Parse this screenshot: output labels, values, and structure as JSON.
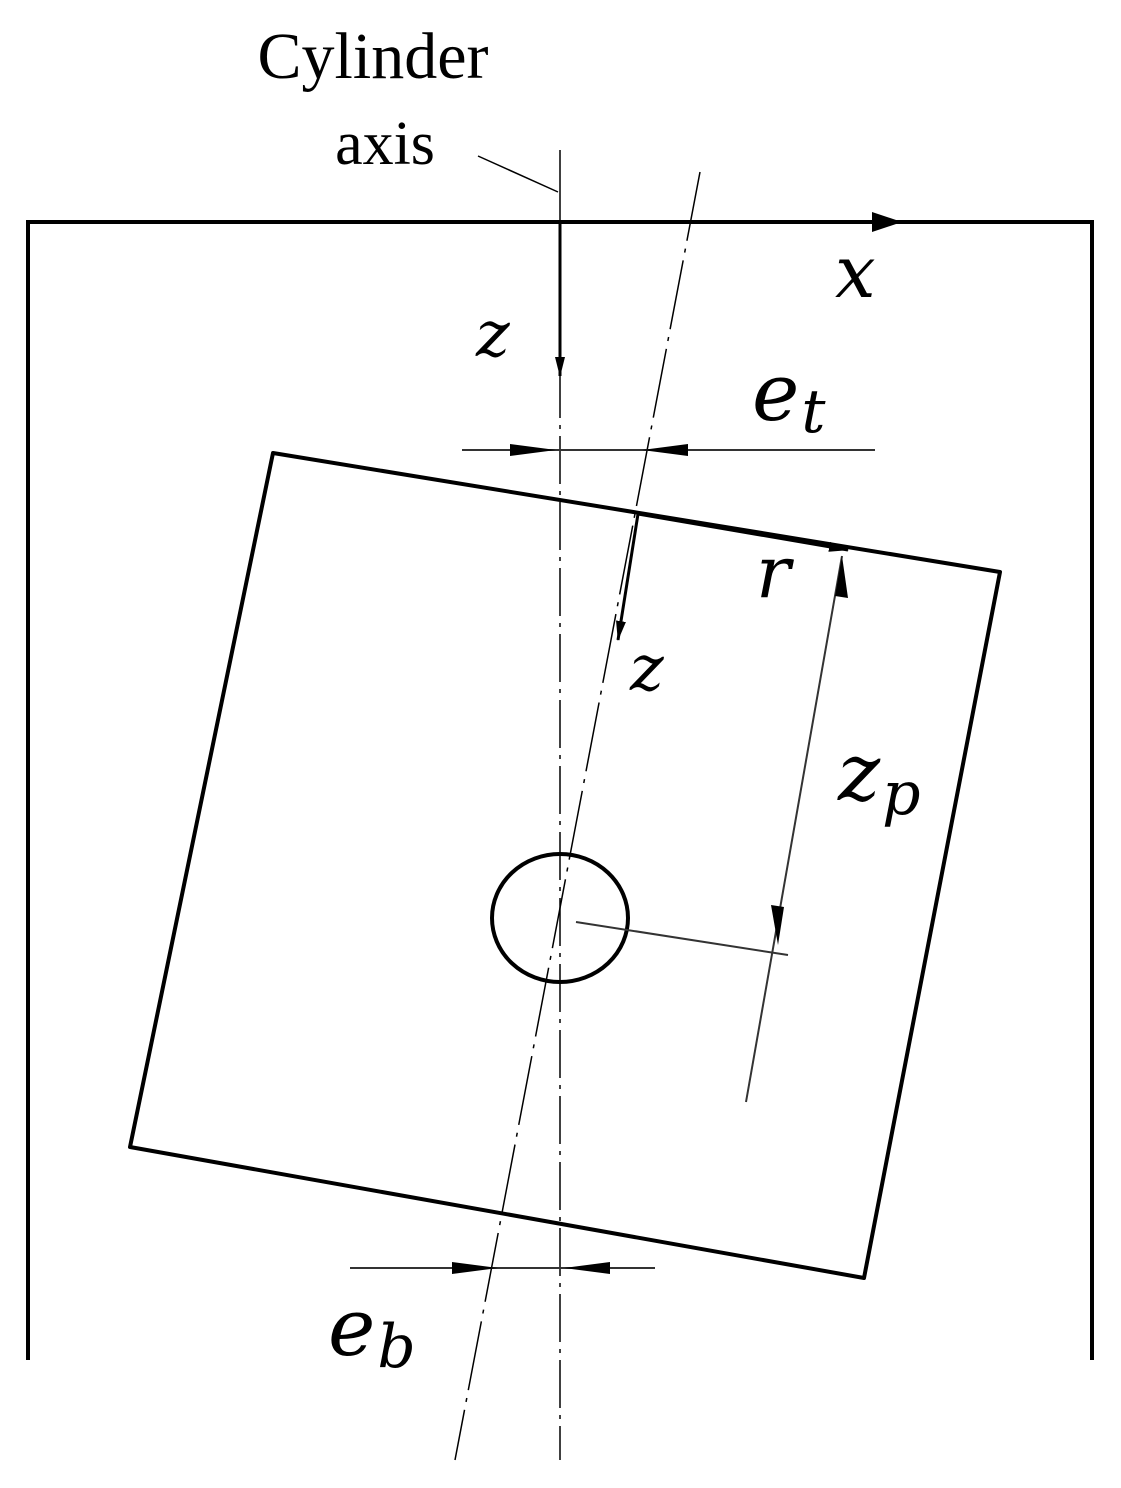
{
  "diagram": {
    "callout": {
      "line1": "Cylinder",
      "line2": "axis"
    },
    "symbols": {
      "x": "x",
      "z_cylinder": "z",
      "z_piston": "z",
      "e_t_base": "e",
      "e_t_sub": "t",
      "e_b_base": "e",
      "e_b_sub": "b",
      "r": "r",
      "z_p_base": "z",
      "z_p_sub": "p"
    },
    "colors": {
      "ink": "#000000",
      "dimension": "#333333",
      "background": "#ffffff"
    }
  }
}
